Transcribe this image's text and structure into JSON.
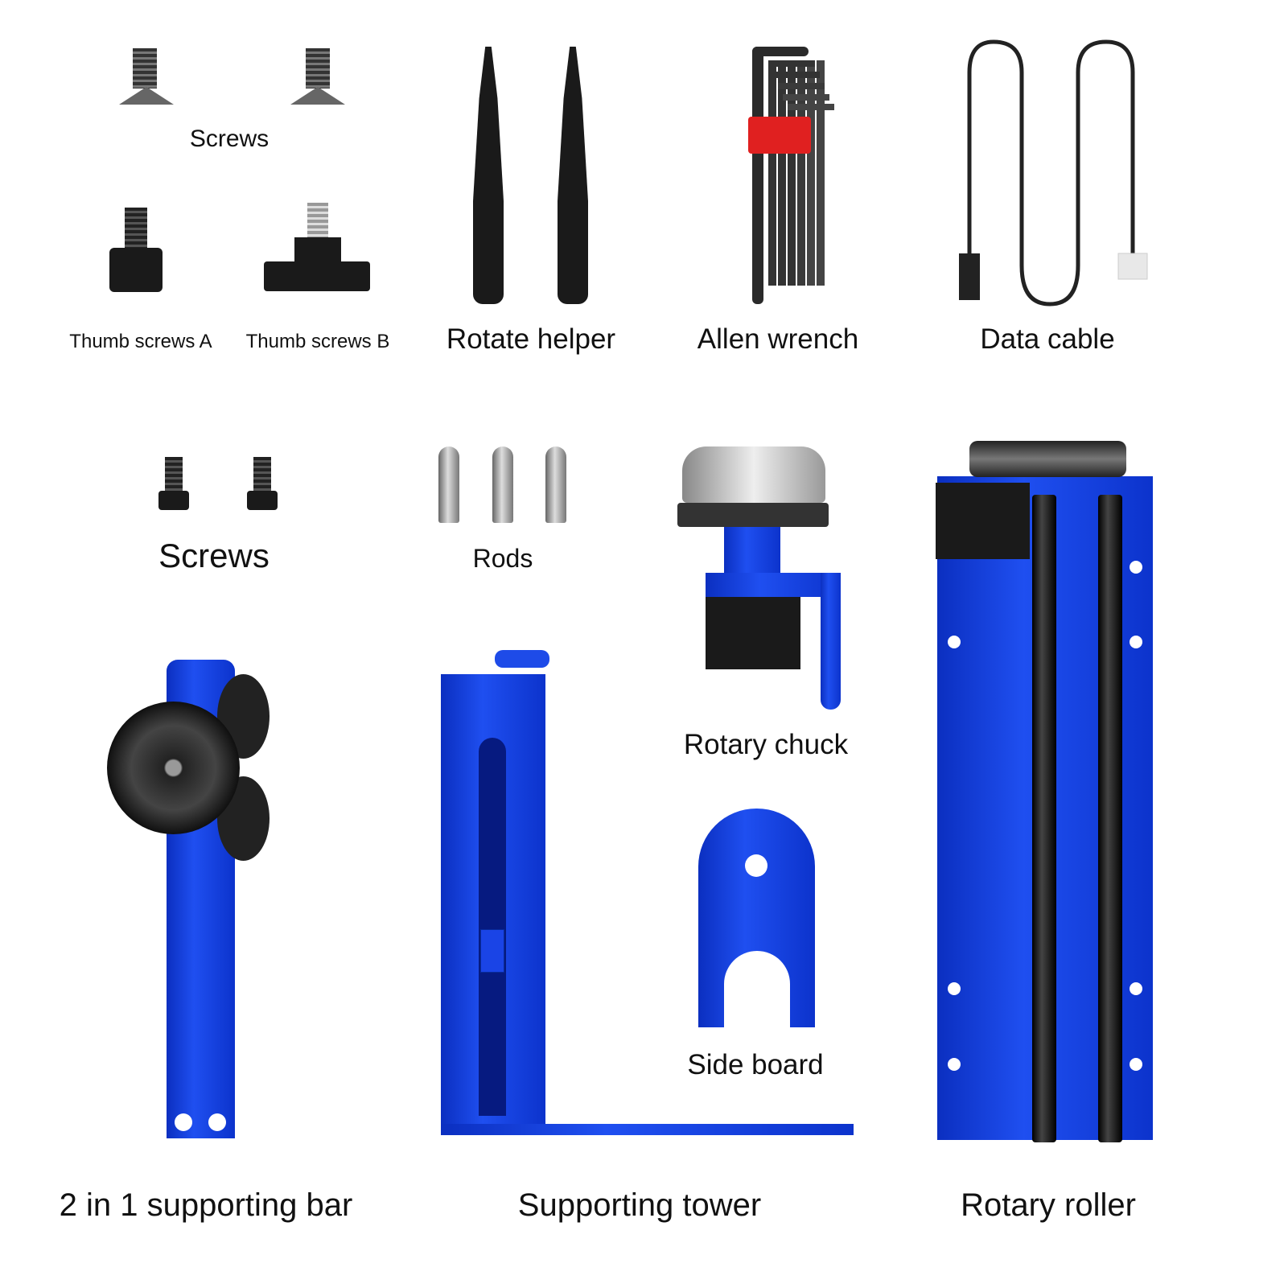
{
  "labels": {
    "screws_top": "Screws",
    "thumb_screws_a": "Thumb screws A",
    "thumb_screws_b": "Thumb screws B",
    "rotate_helper": "Rotate helper",
    "allen_wrench": "Allen wrench",
    "data_cable": "Data cable",
    "screws_bottom": "Screws",
    "rods": "Rods",
    "rotary_chuck": "Rotary chuck",
    "side_board": "Side board",
    "supporting_bar": "2 in 1 supporting bar",
    "supporting_tower": "Supporting tower",
    "rotary_roller": "Rotary roller"
  },
  "colors": {
    "anodized_blue": "#1a44e6",
    "wrench_clip": "#e02020",
    "metal_black": "#1a1a1a"
  }
}
